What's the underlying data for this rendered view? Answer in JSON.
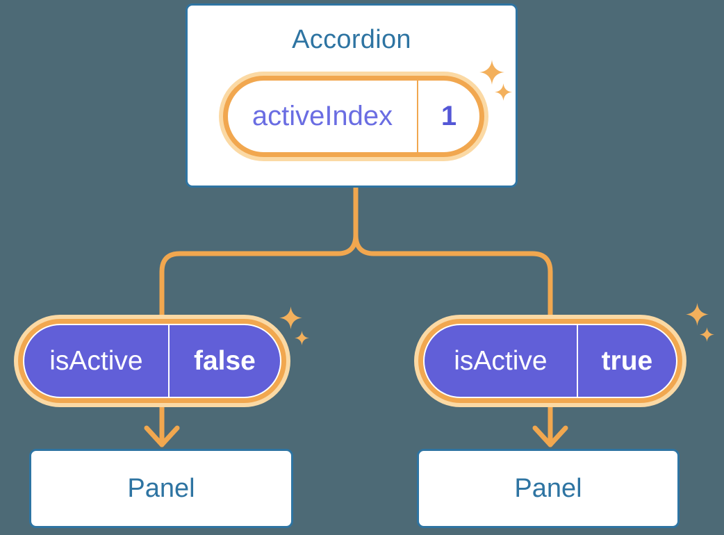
{
  "colors": {
    "background": "#4d6a76",
    "card_fill": "#ffffff",
    "blue": "#2e74a2",
    "orange": "#f1a74f",
    "orange_glow": "#fbd9a4",
    "sparkle": "#f3b05c",
    "purple": "#615fd8",
    "indigo_text": "#6a6de2",
    "indigo_value": "#5457d6",
    "white_text": "#ffffff"
  },
  "accordion": {
    "title": "Accordion",
    "state_name": "activeIndex",
    "state_value": "1"
  },
  "children": [
    {
      "prop_name": "isActive",
      "prop_value": "false",
      "panel_label": "Panel"
    },
    {
      "prop_name": "isActive",
      "prop_value": "true",
      "panel_label": "Panel"
    }
  ],
  "icons": {
    "sparkle": "four-point-star"
  }
}
